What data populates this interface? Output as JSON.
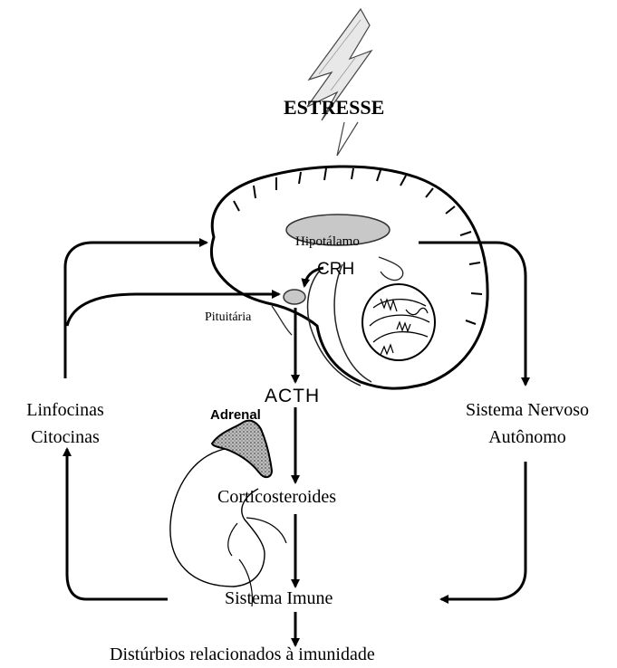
{
  "labels": {
    "stress": "ESTRESSE",
    "hypothalamus": "Hipotálamo",
    "crh": "CRH",
    "pituitary": "Pituitária",
    "acth": "ACTH",
    "adrenal": "Adrenal",
    "corticosteroids": "Corticosteroides",
    "immune_system": "Sistema Imune",
    "immune_disorders": "Distúrbios relacionados à imunidade",
    "lymphokines_line1": "Linfocinas",
    "lymphokines_line2": "Citocinas",
    "ans_line1": "Sistema Nervoso",
    "ans_line2": "Autônomo"
  }
}
